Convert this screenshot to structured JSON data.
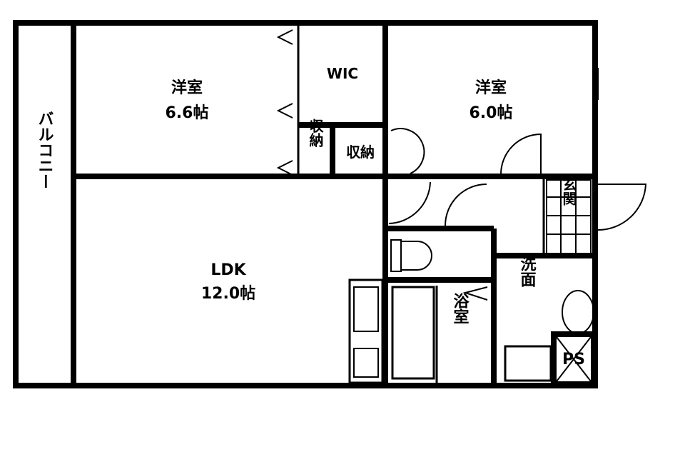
{
  "rooms": {
    "western_room_1": {
      "name": "洋室",
      "size": "6.6帖"
    },
    "walk_in_closet": {
      "name": "WIC"
    },
    "western_room_2": {
      "name": "洋室",
      "size": "6.0帖"
    },
    "storage_1": {
      "name": "収納"
    },
    "storage_2": {
      "name": "収納"
    },
    "balcony": {
      "name": "バルコニー"
    },
    "ldk": {
      "name": "LDK",
      "size": "12.0帖"
    },
    "entrance": {
      "name": "玄関"
    },
    "washroom": {
      "name": "洗面"
    },
    "bathroom": {
      "name": "浴室"
    },
    "pipe_space": {
      "name": "PS"
    }
  },
  "colors": {
    "line": "#000000",
    "background": "#ffffff"
  }
}
